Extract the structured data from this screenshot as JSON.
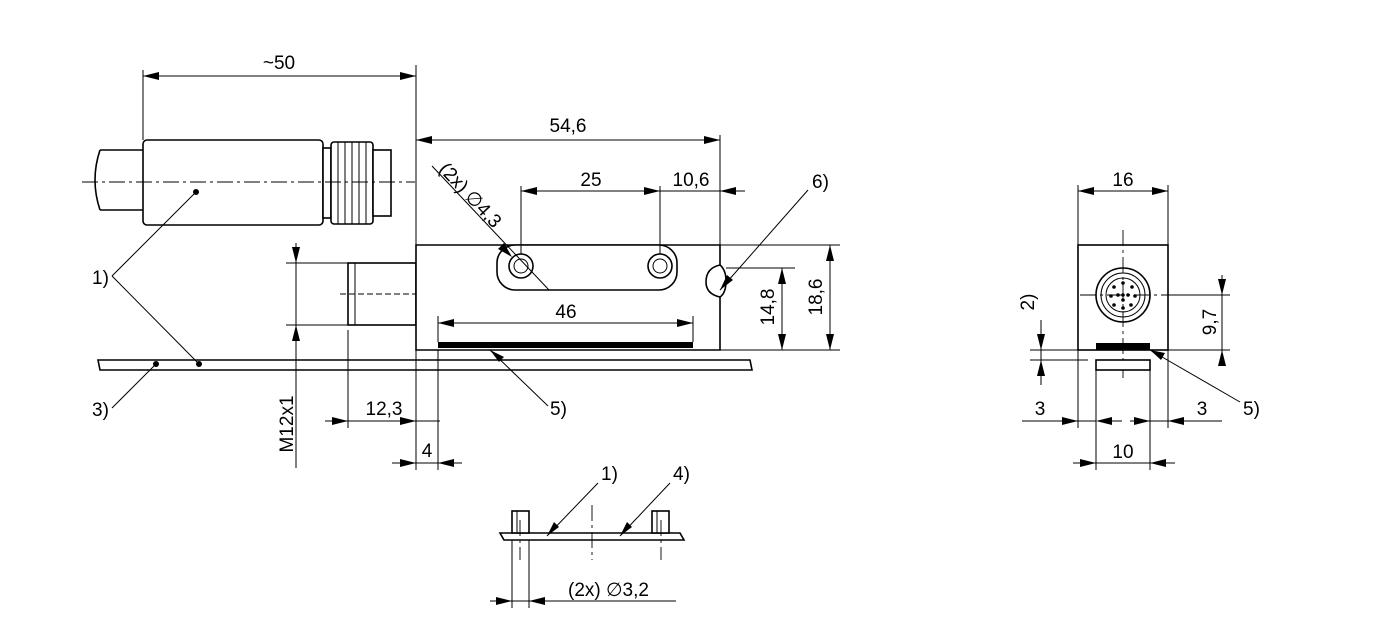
{
  "dimensions": {
    "cable_length": "~50",
    "overall_length": "54,6",
    "hole_pitch": "25",
    "hole_edge": "10,6",
    "hole_diameter": "(2x) ∅4,3",
    "sensing_length": "46",
    "height_small": "14,8",
    "height_total": "18,6",
    "thread": "M12x1",
    "connector_offset": "12,3",
    "face_offset": "4",
    "width_top": "16",
    "height_face": "9,7",
    "side_left": "3",
    "side_right": "3",
    "width_bottom": "10",
    "pin_diameter": "(2x) ∅3,2"
  },
  "callouts": {
    "c1_main": "1)",
    "c3_main": "3)",
    "c5_main": "5)",
    "c6_main": "6)",
    "c2_side": "2)",
    "c5_side": "5)",
    "c1_detail": "1)",
    "c4_detail": "4)"
  }
}
